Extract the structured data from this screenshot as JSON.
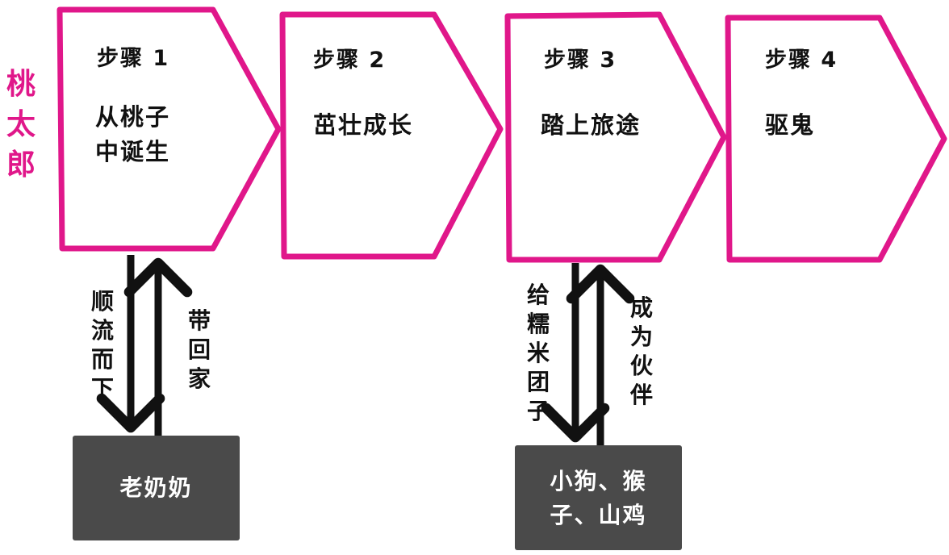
{
  "side_title": "桃太郎",
  "steps": [
    {
      "label": "步骤 1",
      "text": "从桃子\n中诞生"
    },
    {
      "label": "步骤 2",
      "text": "茁壮成长"
    },
    {
      "label": "步骤 3",
      "text": "踏上旅途"
    },
    {
      "label": "步骤 4",
      "text": "驱鬼"
    }
  ],
  "links": [
    {
      "down": "顺流而下",
      "up": "带回家"
    },
    {
      "down": "给糯米团子",
      "up": "成为伙伴"
    }
  ],
  "boxes": [
    {
      "text": "老奶奶"
    },
    {
      "text": "小狗、猴\n子、山鸡"
    }
  ],
  "colors": {
    "outline": "#e0178a",
    "box": "#4a4a4a",
    "arrow": "#111111"
  }
}
